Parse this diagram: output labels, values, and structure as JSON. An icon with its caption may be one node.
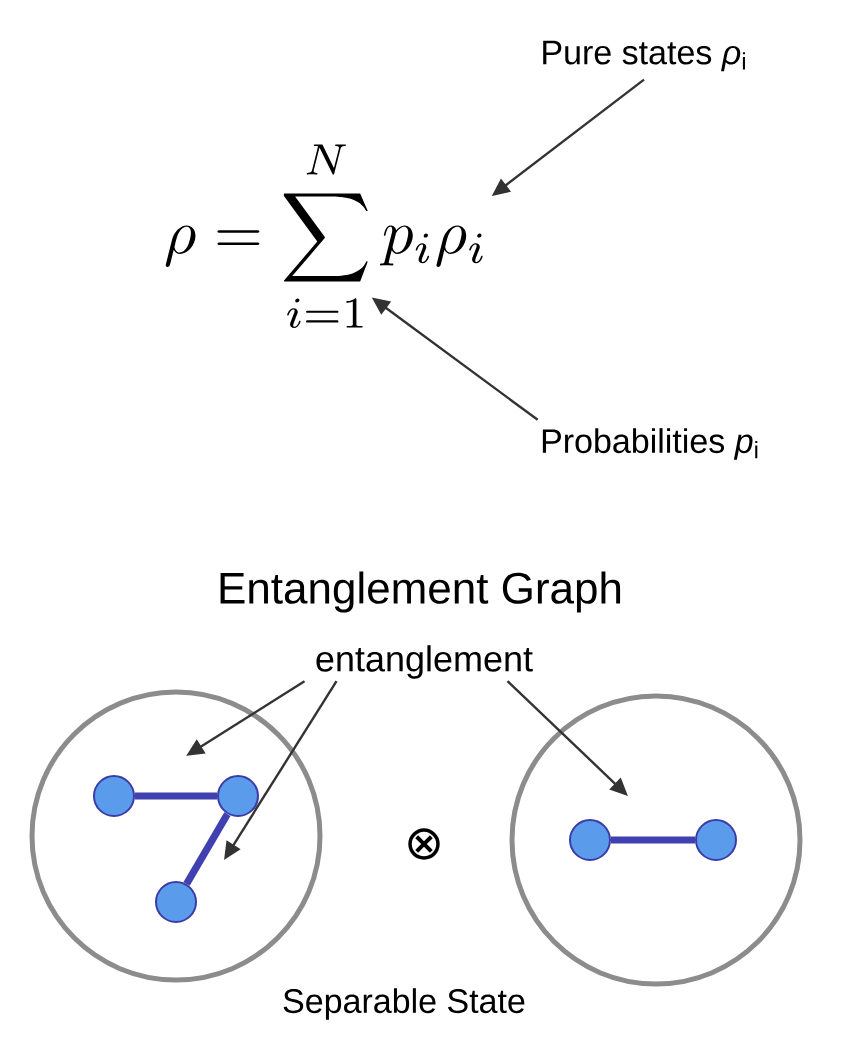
{
  "diagram": {
    "title": "Entanglement Graph",
    "caption": "Separable State",
    "nodes": [
      {
        "text": [
          "Pure states *ρ*$_{i}$"
        ]
      },
      {
        "text": [
          "\\rho = \\sum_{i=1}^{N} p_i \\rho_i"
        ]
      },
      {
        "text": [
          "Probabilities *p*$_{i}$"
        ]
      },
      {
        "text": [
          "entanglement"
        ]
      },
      {
        "text": [],
        "shape": "circle"
      },
      {
        "text": [],
        "shape": "circle",
        "in": 4
      },
      {
        "text": [],
        "shape": "circle",
        "in": 4
      },
      {
        "text": [],
        "shape": "circle",
        "in": 4
      },
      {
        "text": [],
        "shape": "circle"
      },
      {
        "text": [],
        "shape": "circle",
        "in": 8
      },
      {
        "text": [],
        "shape": "circle",
        "in": 8
      }
    ],
    "edges": [
      {
        "from": 0,
        "to": 1,
        "arrow": "to"
      },
      {
        "from": 2,
        "to": 1,
        "arrow": "to"
      },
      {
        "from": 3,
        "to": null,
        "arrow": "to"
      },
      {
        "from": 3,
        "to": null,
        "arrow": "to"
      },
      {
        "from": 3,
        "to": null,
        "arrow": "to"
      },
      {
        "from": 5,
        "to": 6,
        "arrow": "none",
        "style": "thick",
        "color": "#4040b0"
      },
      {
        "from": 6,
        "to": 7,
        "arrow": "none",
        "style": "thick",
        "color": "#4040b0"
      },
      {
        "from": 9,
        "to": 10,
        "arrow": "none",
        "style": "thick",
        "color": "#4040b0"
      }
    ],
    "labels": [
      "⊗"
    ]
  }
}
